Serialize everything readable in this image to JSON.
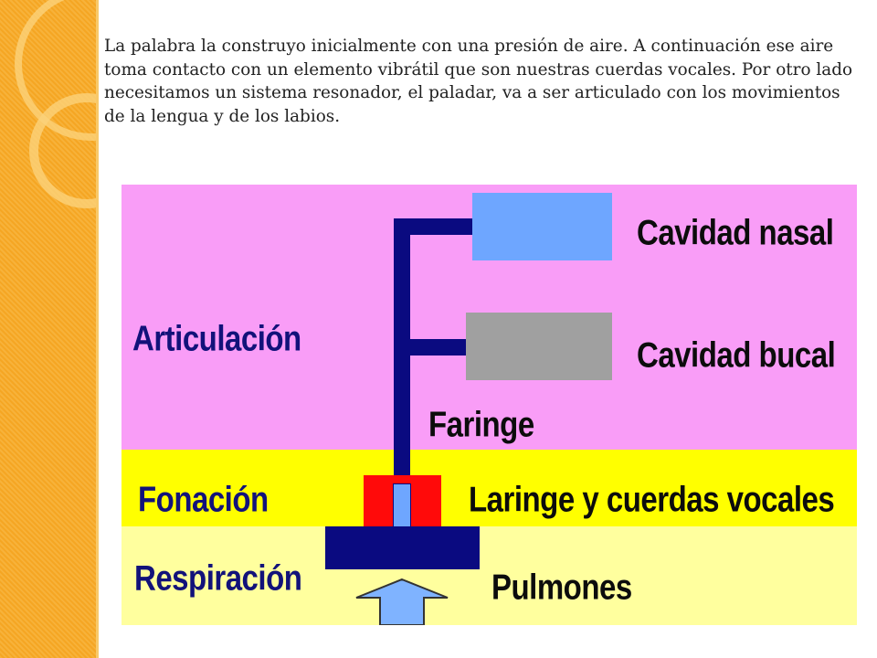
{
  "intro_text": "La palabra la construyo inicialmente con una presión de aire. A continuación ese aire toma contacto con un elemento vibrátil que son nuestras cuerdas vocales. Por otro lado necesitamos un sistema resonador, el paladar, va a ser articulado con los movimientos de la lengua y de los labios.",
  "diagram": {
    "levels": {
      "articulation": "Articulación",
      "phonation": "Fonación",
      "respiration": "Respiración"
    },
    "organs": {
      "nasal_cavity": "Cavidad nasal",
      "oral_cavity": "Cavidad bucal",
      "pharynx": "Faringe",
      "larynx": "Laringe y cuerdas vocales",
      "lungs": "Pulmones"
    },
    "colors": {
      "articulation_band": "#f99df7",
      "phonation_band": "#ffff00",
      "respiration_band": "#ffff9e",
      "tube": "#0a0a80",
      "nasal_box": "#6ea6ff",
      "oral_box": "#a0a0a0",
      "larynx_box": "#ff0a0a",
      "arrow": "#7fb3ff"
    }
  }
}
